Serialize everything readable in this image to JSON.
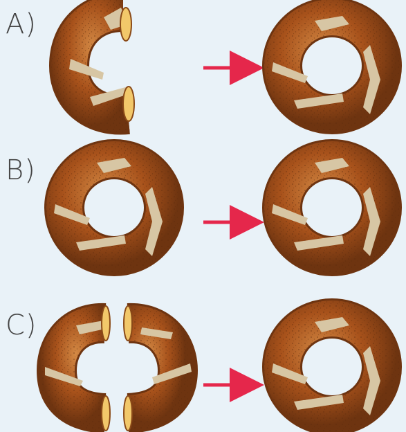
{
  "rows": [
    {
      "label": "A)",
      "before": "partial-twisted-ring",
      "after": "twisted-ring"
    },
    {
      "label": "B)",
      "before": "twisted-ring",
      "after": "twisted-ring"
    },
    {
      "label": "C)",
      "before": "two-halves",
      "after": "twisted-ring"
    }
  ],
  "colors": {
    "bread": "#a8521b",
    "bread_dark": "#6e3410",
    "bread_light": "#c97a3a",
    "seam": "#d7c6a4",
    "cut_face": "#f2c86a",
    "arrow": "#e5274b",
    "background": "#e9f2f8"
  }
}
